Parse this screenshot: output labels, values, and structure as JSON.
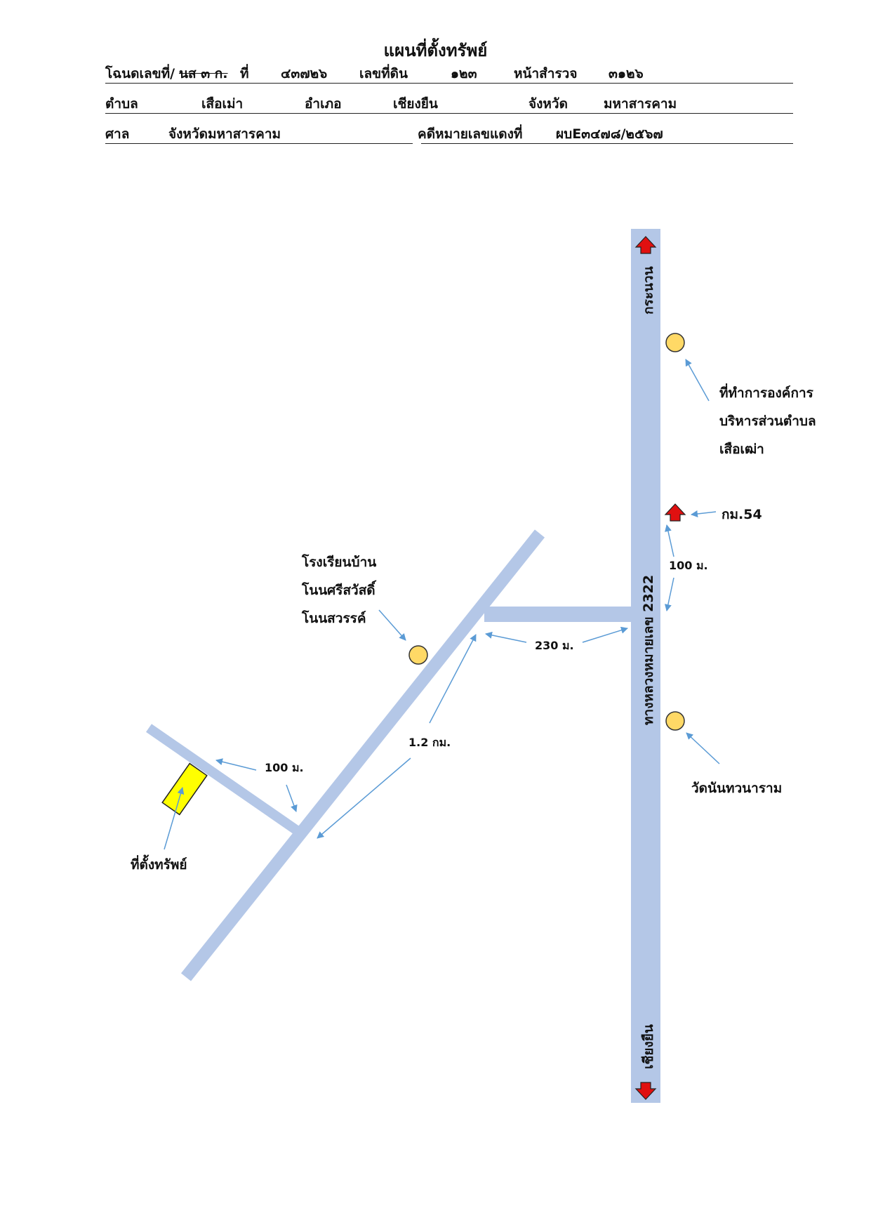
{
  "header": {
    "title": "แผนที่ตั้งทรัพย์",
    "deed_label": "โฉนดเลขที่/",
    "deed_struck": "นส ๓ ก.",
    "deed_no_label": "ที่",
    "deed_no": "๔๓๗๒๖",
    "land_no_label": "เลขที่ดิน",
    "land_no": "๑๒๓",
    "survey_label": "หน้าสำรวจ",
    "survey_no": "๓๑๒๖",
    "subdistrict_label": "ตำบล",
    "subdistrict": "เสือเม่า",
    "district_label": "อำเภอ",
    "district": "เชียงยืน",
    "province_label": "จังหวัด",
    "province": "มหาสารคาม",
    "court_label": "ศาล",
    "court": "จังหวัดมหาสารคาม",
    "case_label": "คดีหมายเลขแดงที่",
    "case_no": "ผบE๓๔๗๘/๒๕๖๗"
  },
  "map": {
    "highway_label": "ทางหลวงหมายเลข 2322",
    "north_dest": "กระนวน",
    "south_dest": "เชียงยืน",
    "landmarks": {
      "tao_line1": "ที่ทำการองค์การ",
      "tao_line2": "บริหารส่วนตำบล",
      "tao_line3": "เสือเฒ่า",
      "km_marker": "กม.54",
      "school_line1": "โรงเรียนบ้าน",
      "school_line2": "โนนศรีสวัสดิ์",
      "school_line3": "โนนสวรรค์",
      "temple": "วัดนันทวนาราม",
      "property": "ที่ตั้งทรัพย์"
    },
    "distances": {
      "d_100_highway": "100 ม.",
      "d_230": "230 ม.",
      "d_1_2km": "1.2 กม.",
      "d_100_side": "100 ม."
    },
    "colors": {
      "road": "#b4c7e7",
      "arrow_red": "#e01010",
      "marker_fill": "#ffd966",
      "property_fill": "#ffff00",
      "pointer": "#5b9bd5"
    }
  }
}
